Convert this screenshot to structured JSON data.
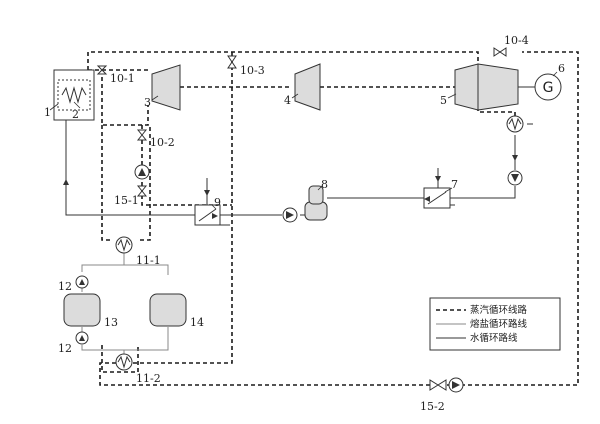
{
  "labels": {
    "n1": "1",
    "n2": "2",
    "n3": "3",
    "n4": "4",
    "n5": "5",
    "n6": "6",
    "n7": "7",
    "n8": "8",
    "n9": "9",
    "n10_1": "10-1",
    "n10_2": "10-2",
    "n10_3": "10-3",
    "n10_4": "10-4",
    "n11_1": "11-1",
    "n11_2": "11-2",
    "n12a": "12",
    "n12b": "12",
    "n13": "13",
    "n14": "14",
    "n15_1": "15-1",
    "n15_2": "15-2",
    "generator": "G"
  },
  "legend": {
    "steam": "蒸汽循环线路",
    "salt": "熔盐循环路线",
    "water": "水循环路线"
  }
}
